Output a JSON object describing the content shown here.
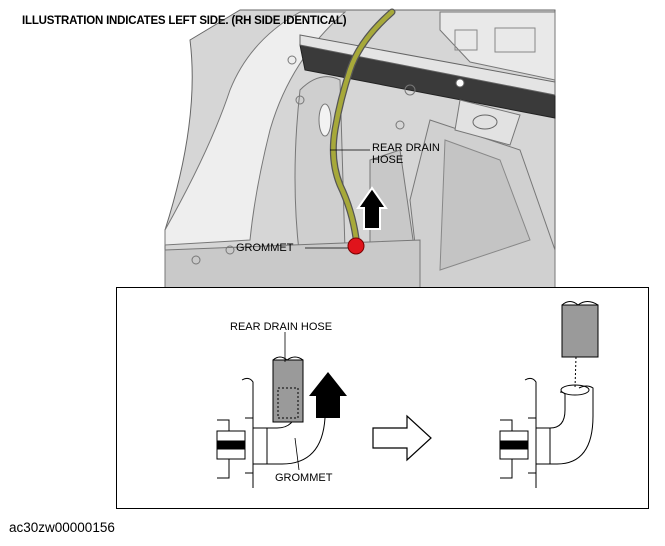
{
  "header": {
    "note": "ILLUSTRATION INDICATES LEFT SIDE. (RH SIDE IDENTICAL)"
  },
  "top_figure": {
    "label_hose_line1": "REAR DRAIN",
    "label_hose_line2": "HOSE",
    "label_grommet": "GROMMET"
  },
  "inset_figure": {
    "label_hose": "REAR DRAIN HOSE",
    "label_grommet": "GROMMET"
  },
  "footer": {
    "image_code": "ac30zw00000156"
  },
  "colors": {
    "hose": "#a7a93a",
    "grommet": "#e0141c",
    "panel": "#d9d9d9",
    "hose_inset": "#9a9a9a"
  }
}
